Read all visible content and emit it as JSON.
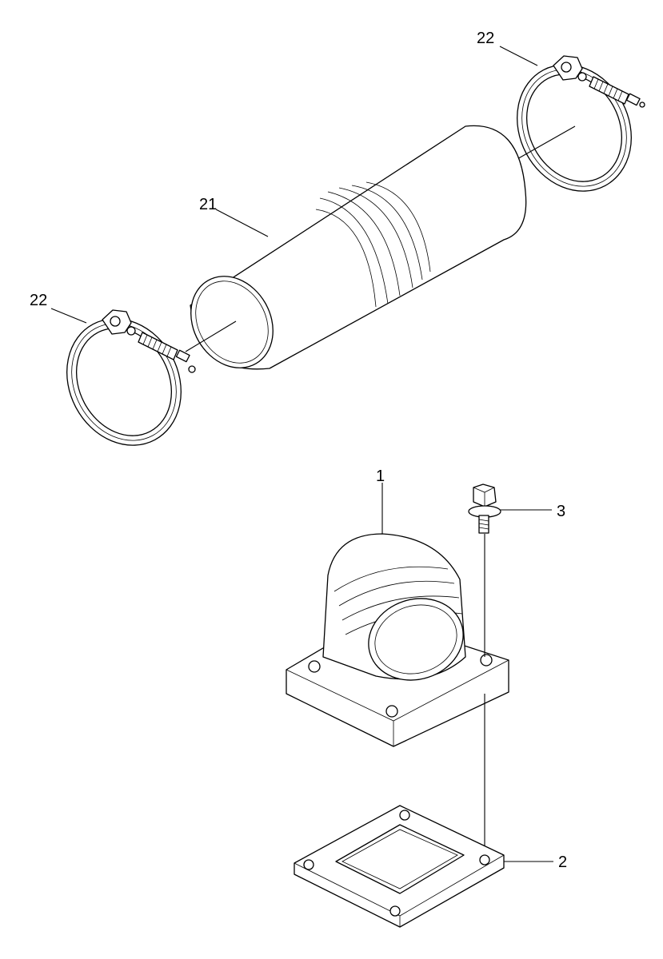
{
  "diagram": {
    "callouts": {
      "hose": "21",
      "clamp_upper": "22",
      "clamp_lower": "22",
      "elbow": "1",
      "gasket": "2",
      "bolt": "3"
    }
  }
}
